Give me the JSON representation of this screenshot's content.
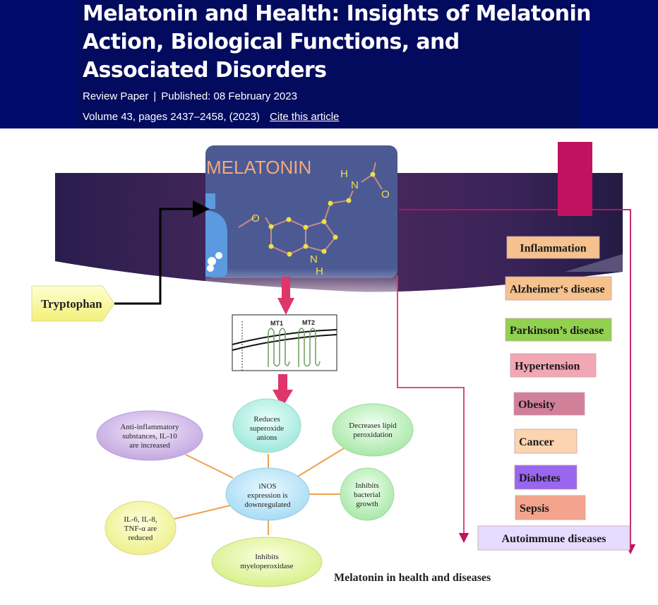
{
  "header": {
    "title": "Melatonin and Health: Insights of Melatonin Action, Biological Functions, and Associated Disorders",
    "article_type": "Review Paper",
    "separator": "|",
    "published": "Published: 08 February 2023",
    "citation": "Volume 43, pages 2437–2458, (2023)",
    "cite_link": "Cite this article"
  },
  "figure": {
    "caption": "Melatonin in health and diseases",
    "melatonin_label": "MELATONIN",
    "molecule_atoms": {
      "H_top": "H",
      "N_top": "N",
      "O_carbonyl": "O",
      "O_methoxy": "O",
      "N_ring": "N",
      "H_ring": "H"
    },
    "precursor": "Tryptophan",
    "receptors": [
      "MT1",
      "MT2"
    ],
    "hub": "iNOS expression is downregulated",
    "effects": [
      "Anti-inflammatory substances, IL-10 are increased",
      "Reduces superoxide anions",
      "Decreases lipid peroxidation",
      "Inhibits bacterial growth",
      "Inhibits myeloperoxidase",
      "IL-6, IL-8, TNF-α are reduced"
    ],
    "diseases": [
      {
        "label": "Inflammation",
        "color": "#f5c28e"
      },
      {
        "label": "Alzheimer‘s disease",
        "color": "#f5c28e"
      },
      {
        "label": "Parkinson’s disease",
        "color": "#92d050"
      },
      {
        "label": "Hypertension",
        "color": "#f2a7b5"
      },
      {
        "label": "Obesity",
        "color": "#d27f9a"
      },
      {
        "label": "Cancer",
        "color": "#fcd5b0"
      },
      {
        "label": "Diabetes",
        "color": "#9966f0"
      },
      {
        "label": "Sepsis",
        "color": "#f4a48c"
      },
      {
        "label": "Autoimmune diseases",
        "color": "#e6dcff"
      }
    ],
    "colors": {
      "arrow": "#e0356a",
      "connector": "#f0a050",
      "magenta": "#c0125f",
      "banner": "#3a2358"
    }
  }
}
